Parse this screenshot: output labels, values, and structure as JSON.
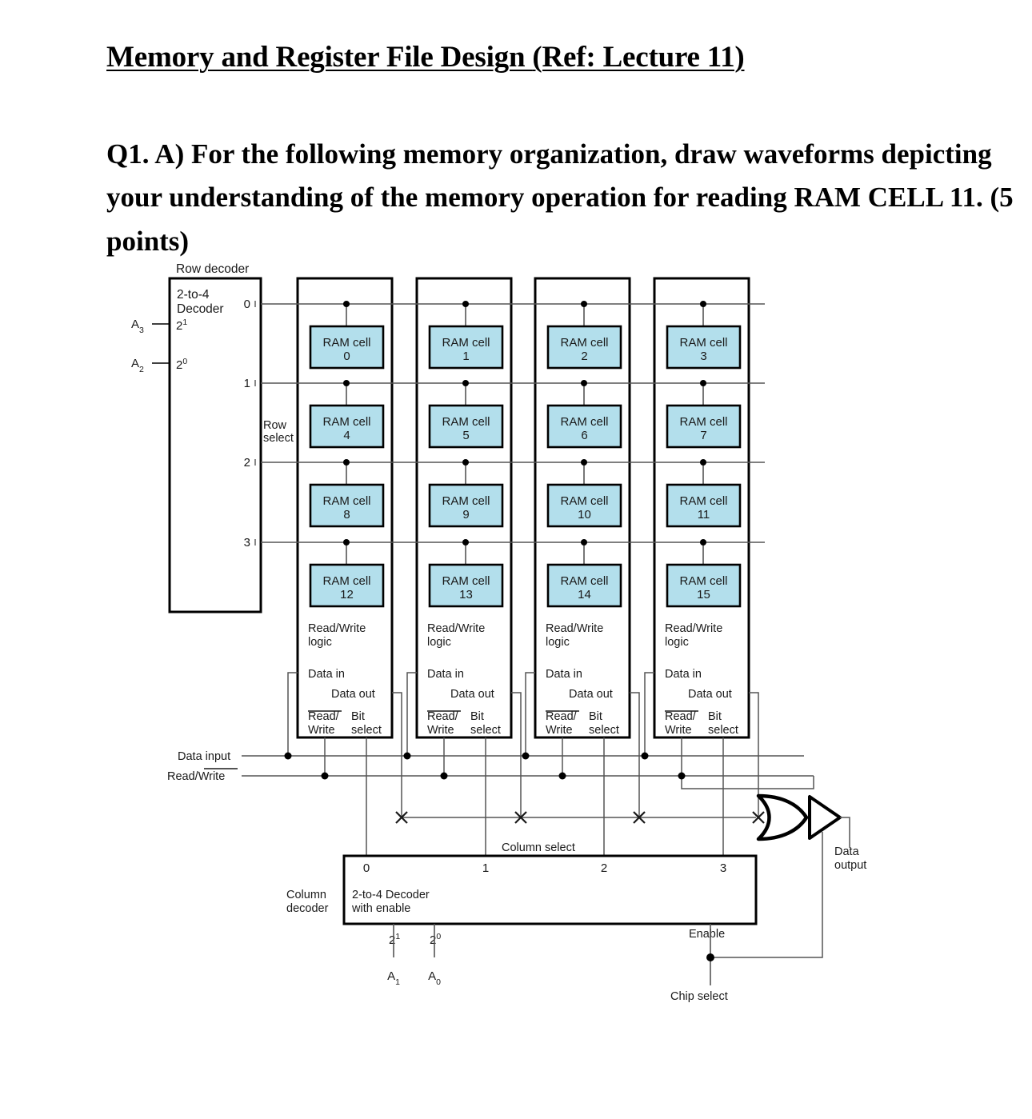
{
  "document": {
    "title_main": "Memory and Register File Design ",
    "title_tail": "(Ref: Lecture 11)",
    "question": "Q1. A) For the following memory organization, draw waveforms depicting your understanding of the memory operation for reading RAM CELL 11. (5 points)"
  },
  "diagram": {
    "type": "memory-organization-block-diagram",
    "colors": {
      "ram_cell_fill": "#b3dfec",
      "line": "#000000",
      "thin_line": "#555555",
      "text": "#1a1a1a",
      "background": "#ffffff"
    },
    "row_decoder": {
      "caption": "Row decoder",
      "title_line1": "2-to-4",
      "title_line2": "Decoder",
      "inputs": [
        {
          "weight_base": "2",
          "weight_exp": "1",
          "signal": "A",
          "signal_sub": "3"
        },
        {
          "weight_base": "2",
          "weight_exp": "0",
          "signal": "A",
          "signal_sub": "2"
        }
      ],
      "outputs": [
        "0",
        "1",
        "2",
        "3"
      ],
      "bus_label_line1": "Row",
      "bus_label_line2": "select"
    },
    "ram_cells": [
      {
        "label": "RAM cell",
        "number": "0"
      },
      {
        "label": "RAM cell",
        "number": "1"
      },
      {
        "label": "RAM cell",
        "number": "2"
      },
      {
        "label": "RAM cell",
        "number": "3"
      },
      {
        "label": "RAM cell",
        "number": "4"
      },
      {
        "label": "RAM cell",
        "number": "5"
      },
      {
        "label": "RAM cell",
        "number": "6"
      },
      {
        "label": "RAM cell",
        "number": "7"
      },
      {
        "label": "RAM cell",
        "number": "8"
      },
      {
        "label": "RAM cell",
        "number": "9"
      },
      {
        "label": "RAM cell",
        "number": "10"
      },
      {
        "label": "RAM cell",
        "number": "11"
      },
      {
        "label": "RAM cell",
        "number": "12"
      },
      {
        "label": "RAM cell",
        "number": "13"
      },
      {
        "label": "RAM cell",
        "number": "14"
      },
      {
        "label": "RAM cell",
        "number": "15"
      }
    ],
    "rw_logic": {
      "title_line1": "Read/Write",
      "title_line2": "logic",
      "data_in": "Data in",
      "data_out": "Data out",
      "read_write_line1": "Read/",
      "read_write_line2": "Write",
      "bit_select_line1": "Bit",
      "bit_select_line2": "select"
    },
    "buses": {
      "data_input": "Data input",
      "read_write_prefix": "Read/",
      "read_write_overline": "Write",
      "column_select": "Column select"
    },
    "column_decoder": {
      "caption_line1": "Column",
      "caption_line2": "decoder",
      "title_line1": "2-to-4 Decoder",
      "title_line2": "with enable",
      "outputs": [
        "0",
        "1",
        "2",
        "3"
      ],
      "inputs": [
        {
          "weight_base": "2",
          "weight_exp": "1",
          "signal": "A",
          "signal_sub": "1"
        },
        {
          "weight_base": "2",
          "weight_exp": "0",
          "signal": "A",
          "signal_sub": "0"
        }
      ],
      "enable_label": "Enable",
      "chip_select_label": "Chip select"
    },
    "output_stage": {
      "or_gate": "or-gate",
      "buffer": "tri-state-buffer",
      "data_output_line1": "Data",
      "data_output_line2": "output"
    }
  }
}
